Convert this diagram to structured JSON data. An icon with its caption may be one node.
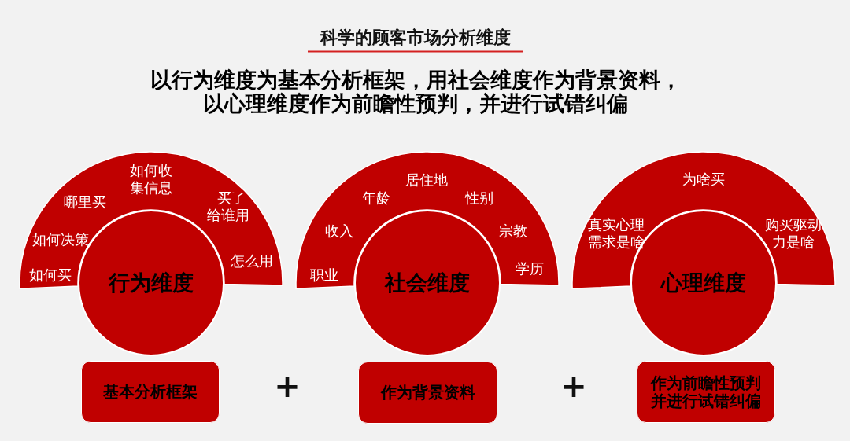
{
  "diagram": {
    "title": "科学的顾客市场分析维度",
    "nodes": [
      {
        "text": [
          "如何买",
          "如何决策",
          "哪里买",
          "如何收集信息",
          "买了给谁用",
          "怎么用"
        ]
      },
      {
        "text": [
          "行为维度"
        ]
      },
      {
        "text": [
          "职业",
          "收入",
          "年龄",
          "居住地",
          "性别",
          "宗教",
          "学历"
        ]
      },
      {
        "text": [
          "社会维度"
        ]
      },
      {
        "text": [
          "真实心理需求是啥",
          "为啥买",
          "购买驱动力是啥"
        ]
      },
      {
        "text": [
          "心理维度"
        ]
      },
      {
        "text": [
          "基本分析框架"
        ]
      },
      {
        "text": [
          "作为背景资料"
        ]
      },
      {
        "text": [
          "作为前瞻性预判并进行试错纠偏"
        ]
      }
    ],
    "labels": [
      "以行为维度为基本分析框架，用社会维度作为背景资料，以心理维度作为前瞻性预判，并进行试错纠偏",
      "+",
      "+"
    ]
  }
}
